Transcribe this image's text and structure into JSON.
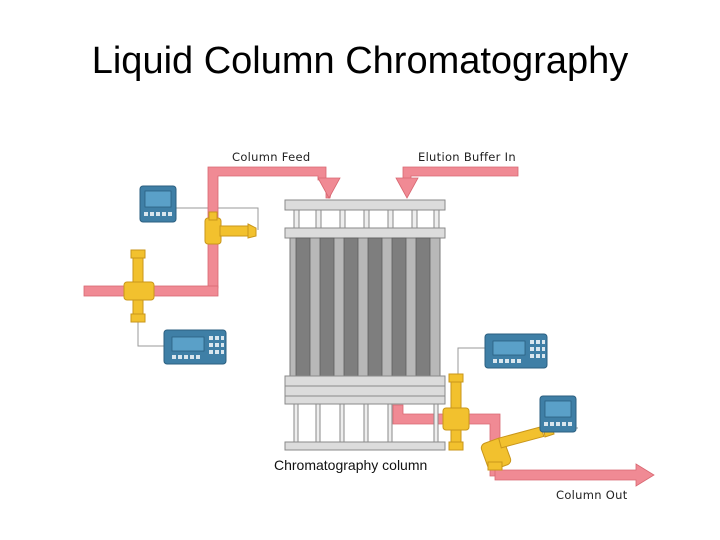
{
  "slide": {
    "title": "Liquid Column Chromatography"
  },
  "labels": {
    "column_feed": "Column Feed",
    "elution_buffer_in": "Elution Buffer In",
    "chromatography_column": "Chromatography column",
    "column_out": "Column Out"
  },
  "colors": {
    "pipe": "#f08a94",
    "valve": "#f2c12e",
    "controller": "#3f7fa6",
    "column_frame": "#c8cacc",
    "column_resin": "#8a8a8a",
    "signal_line": "#9a9a9a"
  },
  "components": {
    "controllers": [
      "controller-top-left",
      "controller-mid-left",
      "controller-mid-right",
      "controller-bottom-right"
    ],
    "valves": [
      "valve-feed",
      "valve-inlet-cross",
      "valve-outlet-1",
      "valve-outlet-2"
    ]
  }
}
